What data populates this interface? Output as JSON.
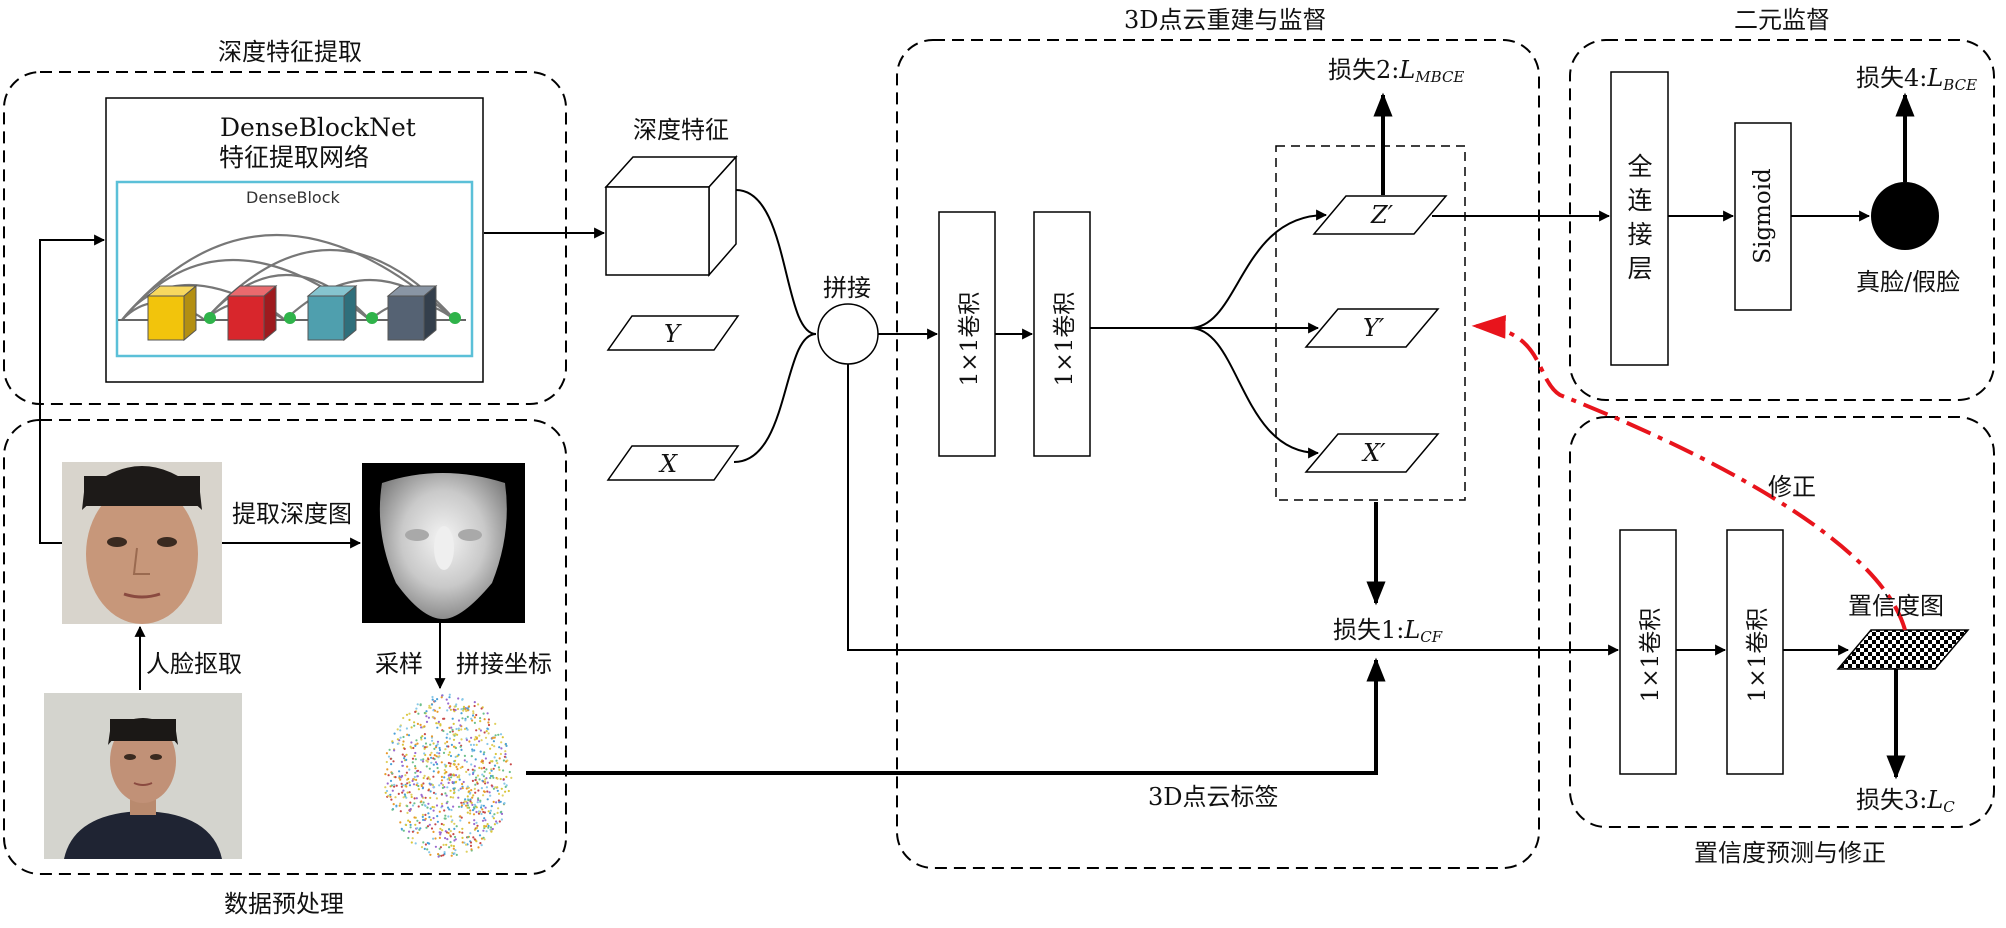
{
  "groups": {
    "depth_feature_extraction": "深度特征提取",
    "data_preprocessing": "数据预处理",
    "reconstruction": "3D点云重建与监督",
    "binary_supervision": "二元监督",
    "confidence_prediction": "置信度预测与修正"
  },
  "network": {
    "title": "DenseBlockNet",
    "subtitle": "特征提取网络",
    "block_label": "DenseBlock"
  },
  "features": {
    "depth_feature": "深度特征",
    "y": "Y",
    "x": "X",
    "concat": "拼接"
  },
  "conv": {
    "c1": "1×1卷积",
    "c2": "1×1卷积",
    "c3": "1×1卷积",
    "c4": "1×1卷积"
  },
  "outputs": {
    "z_prime": "Z′",
    "y_prime": "Y′",
    "x_prime": "X′"
  },
  "losses": {
    "loss2_prefix": "损失2:",
    "loss2_L": "L",
    "loss2_sub": "MBCE",
    "loss1_prefix": "损失1:",
    "loss1_L": "L",
    "loss1_sub": "CF",
    "loss4_prefix": "损失4:",
    "loss4_L": "L",
    "loss4_sub": "BCE",
    "loss3_prefix": "损失3:",
    "loss3_L": "L",
    "loss3_sub": "C"
  },
  "binary": {
    "fc_chars": [
      "全",
      "连",
      "接",
      "层"
    ],
    "sigmoid": "Sigmoid",
    "real_fake": "真脸/假脸"
  },
  "preprocess": {
    "extract_depth": "提取深度图",
    "face_crop": "人脸抠取",
    "sampling": "采样",
    "concat_coords": "拼接坐标",
    "pointcloud_label": "3D点云标签"
  },
  "correction": {
    "label": "修正",
    "confidence_map": "置信度图"
  },
  "colors": {
    "correction_arrow": "#e8141c",
    "block_yellow": "#f2c40c",
    "block_red": "#d8262c",
    "block_teal": "#4f9fae",
    "block_slate": "#556273",
    "dense_frame": "#5bc0d8"
  }
}
